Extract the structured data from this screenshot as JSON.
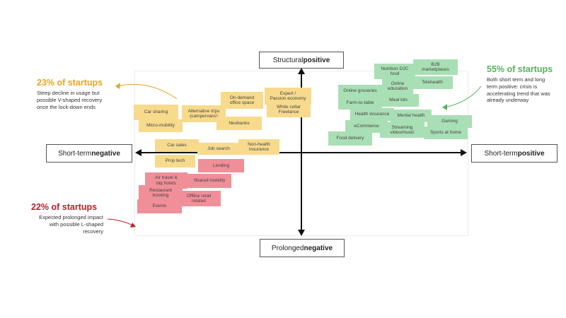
{
  "axes": {
    "top": {
      "prefix": "Structural ",
      "bold": "positive"
    },
    "bottom": {
      "prefix": "Prolonged ",
      "bold": "negative"
    },
    "left": {
      "prefix": "Short-term ",
      "bold": "negative"
    },
    "right": {
      "prefix": "Short-term ",
      "bold": "positive"
    }
  },
  "callouts": {
    "yellow": {
      "title": "23% of startups",
      "text": "Steep decline in usage but\npossible V-shaped recovery\nonce the lock-down ends",
      "color": "#e8a421"
    },
    "red": {
      "title": "22% of startups",
      "text": "Expected prolonged impact\nwith possible L-shaped\nrecovery",
      "color": "#b8202a"
    },
    "green": {
      "title": "55% of startups",
      "text": "Both short term and long\nterm positive:  crisis is\naccelerating trend that was\nalready underway",
      "color": "#57b05c"
    }
  },
  "notes": {
    "yellow": [
      "Car sharing",
      "Micro-mobility",
      "Alternative trips\n(campervans)",
      "On-demand\noffice space",
      "Neobanks",
      "Expert /\nPassion economy",
      "White collar\nFreelance",
      "Car sales",
      "Prop tech",
      "Job search",
      "Non-health\ninsurance"
    ],
    "red": [
      "Lending",
      "Air travel &\nbig hotels",
      "Shared mobility",
      "Restaurant\nbooking",
      "Offline retail\nrelated",
      "Events"
    ],
    "green": [
      "Nutrition D2C\nfood",
      "B2B\nmarketplaces",
      "Online\neducation",
      "Telehealth",
      "Online groceries",
      "Farm-to-table",
      "Meal kits",
      "Health insurance",
      "Mental health",
      "Gaming",
      "eCommerce",
      "Streaming\nvideo/music",
      "Sports at home",
      "Food delivery"
    ]
  }
}
